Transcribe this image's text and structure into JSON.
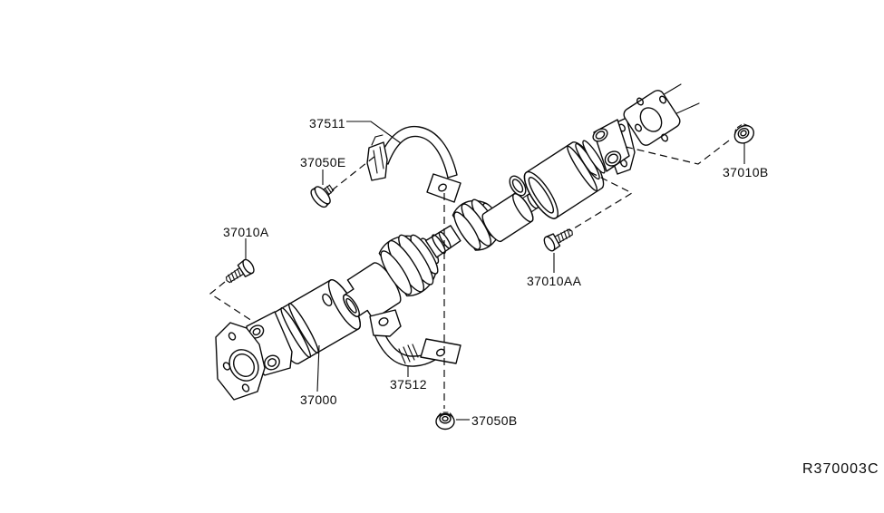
{
  "diagram": {
    "ref_code": "R370003C",
    "colors": {
      "line": "#0a0a0a",
      "background": "#ffffff"
    },
    "labels": {
      "insulator_upper": "37511",
      "plug_screw": "37050E",
      "bolt_front_flange": "37010A",
      "propeller_shaft_assy": "37000",
      "bracket_lower": "37512",
      "nut_center_bearing": "37050B",
      "bolt_rear_flange": "37010AA",
      "nut_rear_flange": "37010B"
    }
  }
}
